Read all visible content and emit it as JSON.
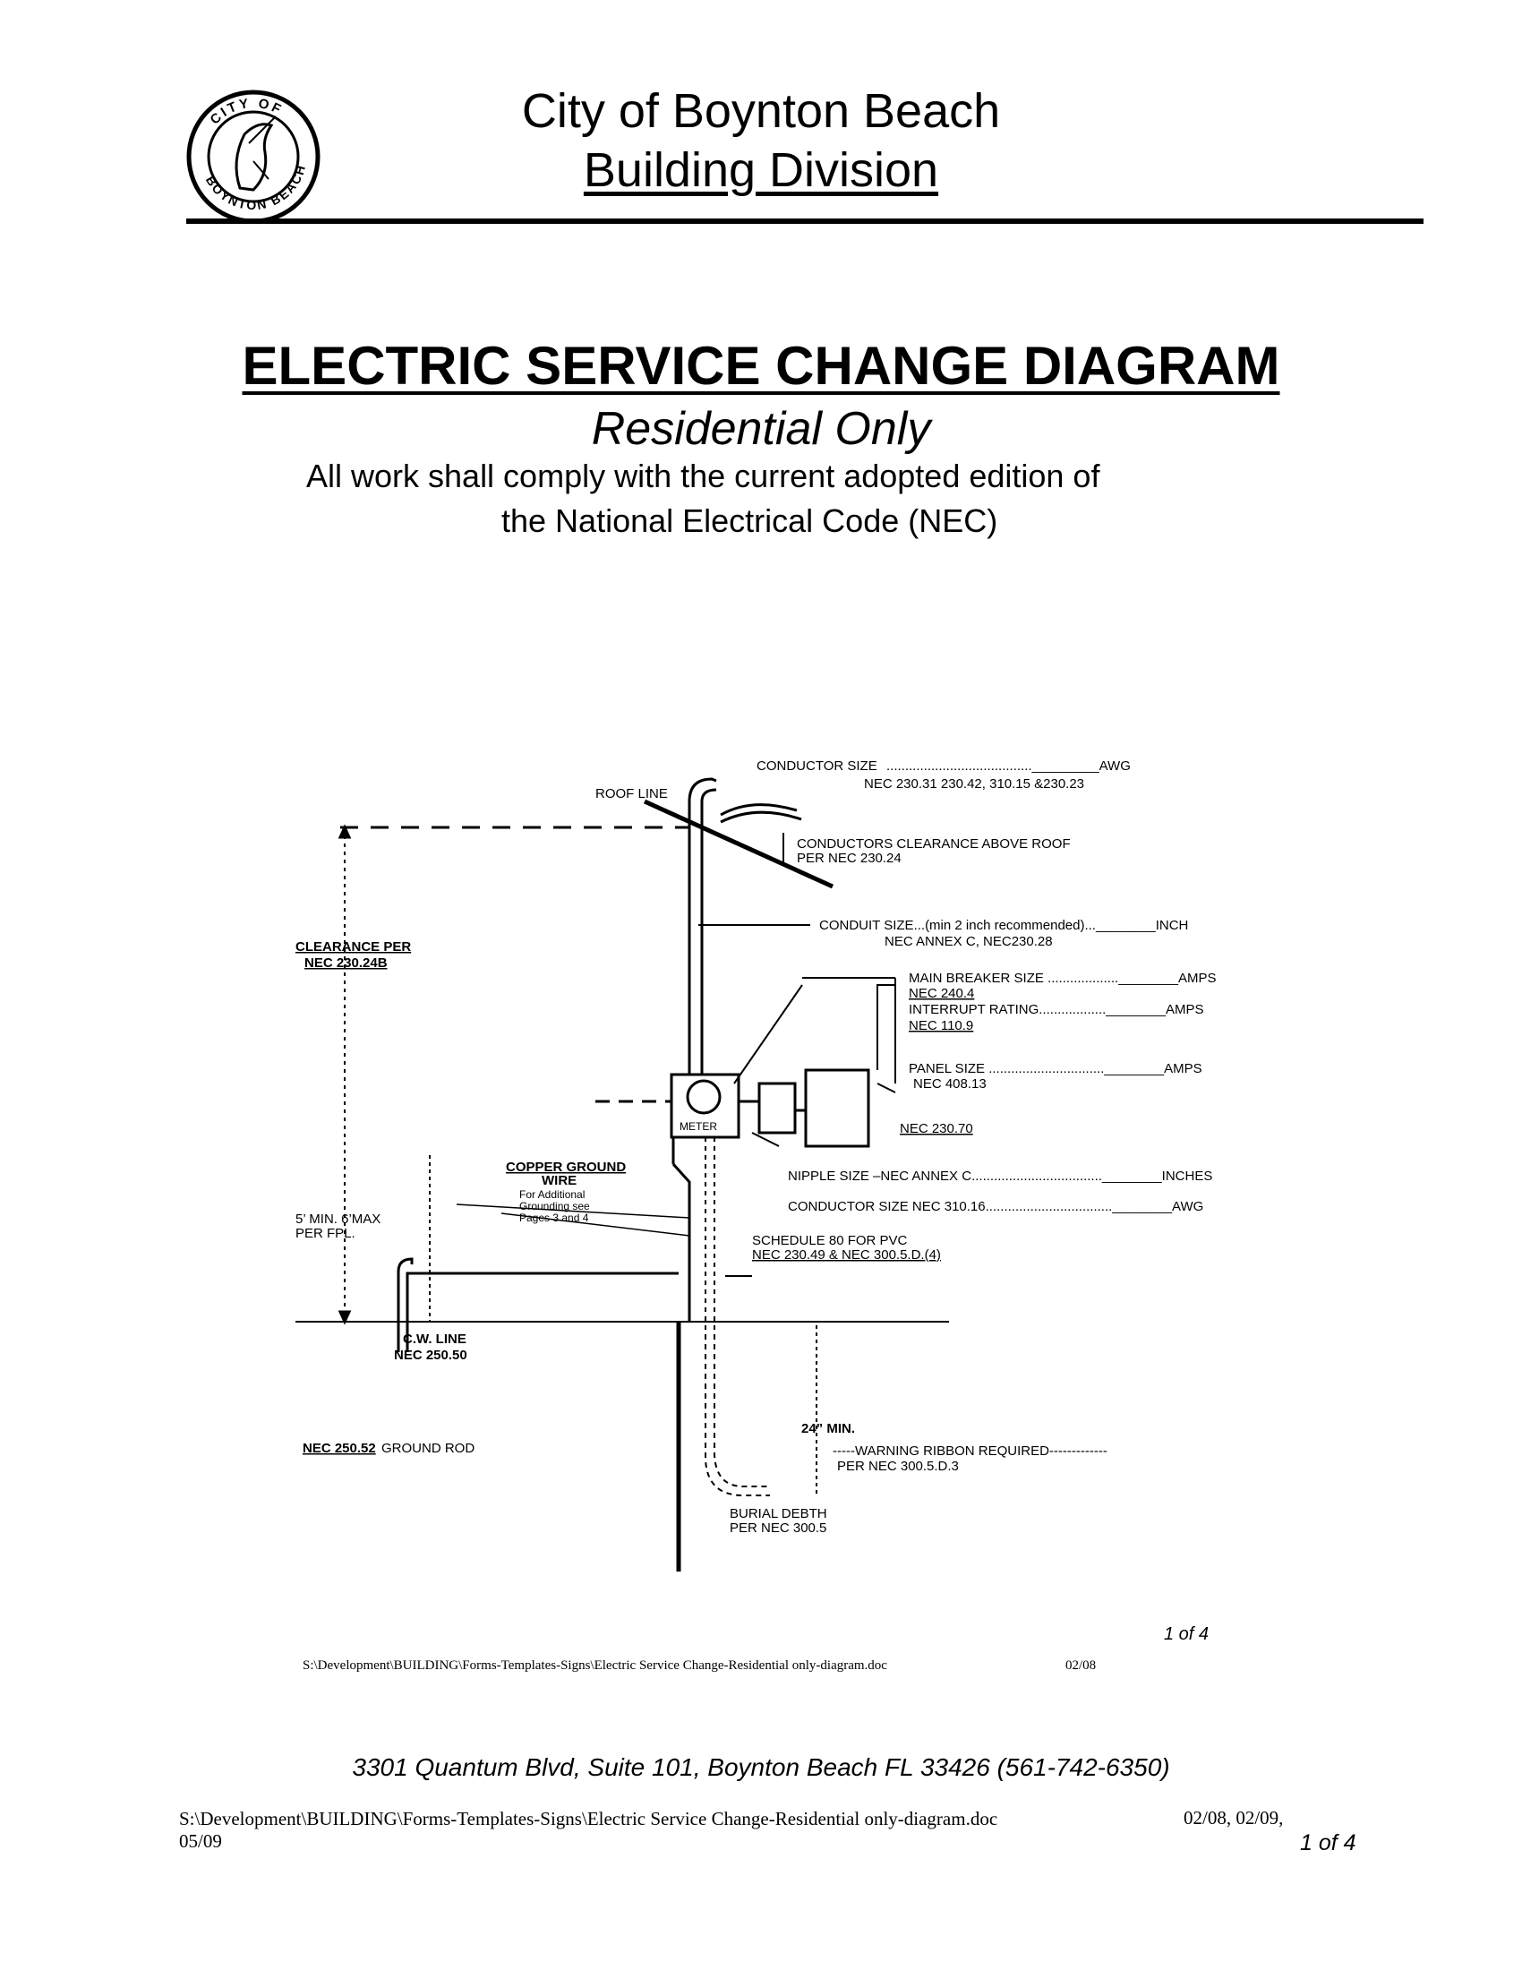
{
  "header": {
    "city": "City of Boynton Beach",
    "division": "Building Division",
    "seal": {
      "top_text": "CITY OF",
      "bottom_text": "BOYNTON BEACH"
    }
  },
  "title": {
    "main": "ELECTRIC SERVICE CHANGE DIAGRAM",
    "subtitle": "Residential Only",
    "comply_line1": "All work shall comply with the current adopted edition of",
    "comply_line2": "the National Electrical Code (NEC)"
  },
  "diagram": {
    "conductor_size": "CONDUCTOR SIZE",
    "conductor_size_fill": "......................................._________AWG",
    "conductor_size_nec": "NEC 230.31 230.42, 310.15 &230.23",
    "roof_line": "ROOF LINE",
    "clearance_roof": "CONDUCTORS CLEARANCE ABOVE ROOF",
    "clearance_roof_nec": "PER NEC 230.24",
    "conduit_size": "CONDUIT SIZE...(min 2 inch recommended)...________INCH",
    "conduit_nec": "NEC ANNEX C, NEC230.28",
    "clearance_per": "CLEARANCE PER",
    "clearance_per_nec": "NEC 230.24B",
    "main_breaker": "MAIN BREAKER SIZE ...................________AMPS",
    "main_breaker_nec": "NEC 240.4",
    "interrupt": "INTERRUPT RATING..................________AMPS",
    "interrupt_nec": "NEC 110.9",
    "panel_size": "PANEL SIZE ...............................________AMPS",
    "panel_nec": "NEC 408.13",
    "meter": "METER",
    "nec_23070": "NEC 230.70",
    "copper_ground": "COPPER GROUND",
    "copper_wire": "WIRE",
    "additional1": "For Additional",
    "additional2": "Grounding see",
    "additional3": "Pages 3 and 4",
    "nipple": "NIPPLE SIZE –NEC ANNEX C...................................________INCHES",
    "conductor_310": "CONDUCTOR SIZE NEC 310.16..................................________AWG",
    "five_min": "5’ MIN. 6’MAX",
    "per_fpl": "PER FPL.",
    "schedule80": "SCHEDULE 80 FOR PVC",
    "schedule80_nec": "NEC 230.49 & NEC 300.5.D.(4)",
    "cw_line": "C.W. LINE",
    "cw_nec": "NEC 250.50",
    "depth": "24” MIN.",
    "warning": "-----WARNING RIBBON REQUIRED-------------",
    "warning_nec": "PER NEC 300.5.D.3",
    "ground_rod_nec": "NEC 250.52",
    "ground_rod": "GROUND ROD",
    "burial1": "BURIAL DEBTH",
    "burial2": "PER NEC 300.5"
  },
  "scan_footer": {
    "page": "1 of 4",
    "path": "S:\\Development\\BUILDING\\Forms-Templates-Signs\\Electric Service Change-Residential only-diagram.doc",
    "date": "02/08"
  },
  "footer": {
    "address": "3301 Quantum Blvd, Suite 101, Boynton Beach FL 33426 (561-742-6350)",
    "path": "S:\\Development\\BUILDING\\Forms-Templates-Signs\\Electric Service Change-Residential only-diagram.doc",
    "dates": "02/08, 02/09,",
    "dates2": "05/09",
    "page": "1 of 4"
  }
}
